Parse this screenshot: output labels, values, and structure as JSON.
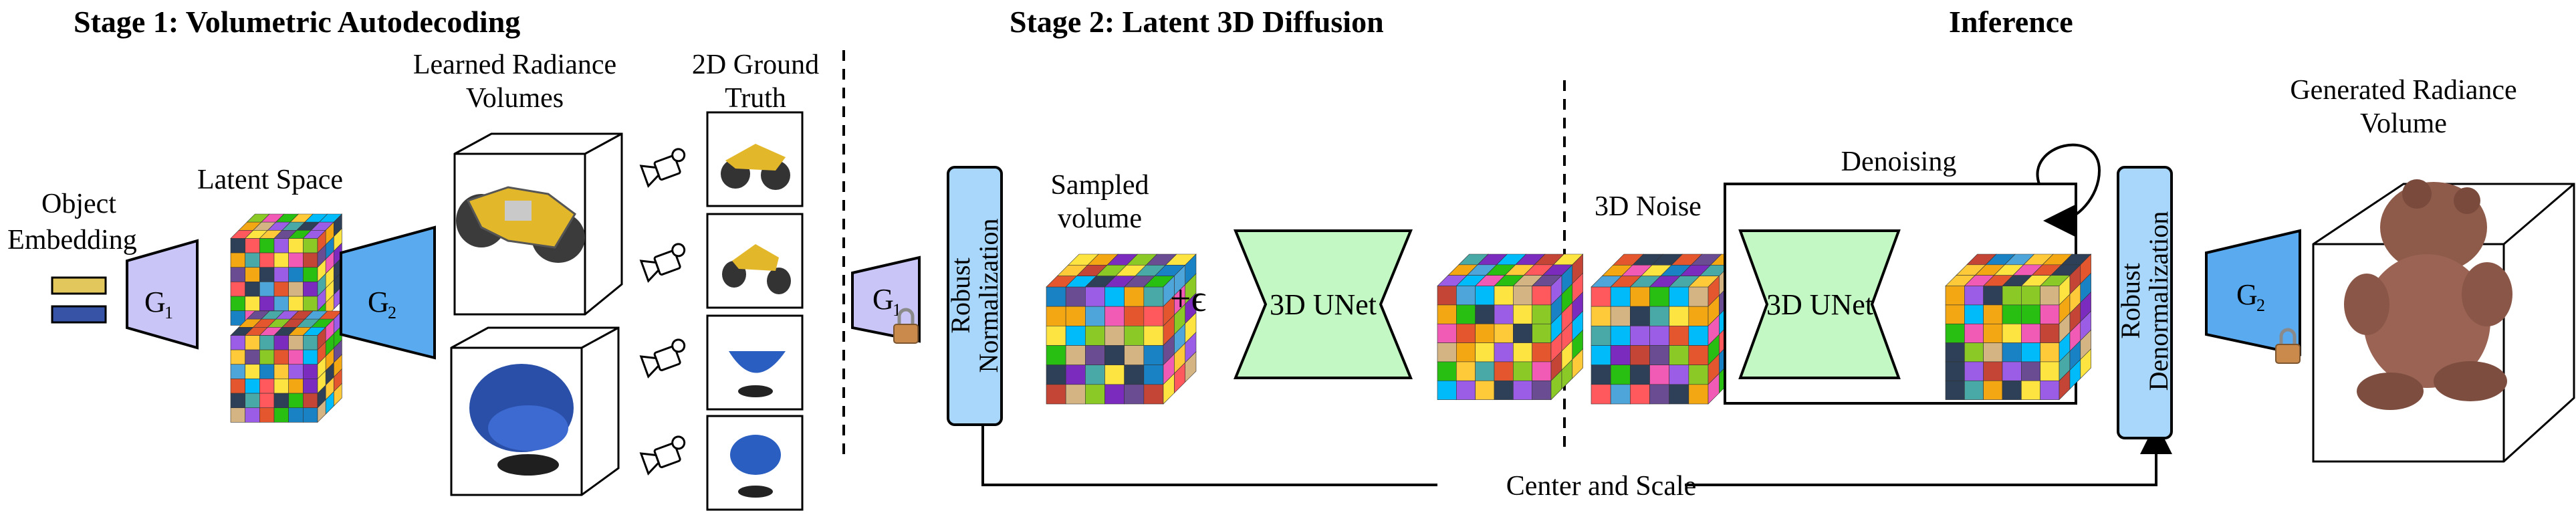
{
  "titles": {
    "stage1": "Stage 1: Volumetric Autodecoding",
    "stage2": "Stage 2: Latent 3D Diffusion",
    "inference": "Inference"
  },
  "stage1": {
    "object_embedding": [
      "Object",
      "Embedding"
    ],
    "latent_space": "Latent Space",
    "learned_radiance_volumes": [
      "Learned Radiance",
      "Volumes"
    ],
    "ground_truth": [
      "2D Ground",
      "Truth"
    ],
    "g1": "G",
    "g1_sub": "1",
    "g2": "G",
    "g2_sub": "2"
  },
  "stage2": {
    "g1": "G",
    "g1_sub": "1",
    "robust_normalization": [
      "Robust",
      "Normalization"
    ],
    "sampled_volume": [
      "Sampled",
      "volume"
    ],
    "plus_epsilon": "+ϵ",
    "unet": "3D UNet",
    "center_and_scale": "Center and Scale"
  },
  "inference": {
    "noise": "3D Noise",
    "denoising": "Denoising",
    "unet": "3D UNet",
    "robust_denormalization": [
      "Robust",
      "Denormalization"
    ],
    "g2": "G",
    "g2_sub": "2",
    "generated": [
      "Generated Radiance",
      "Volume"
    ]
  },
  "colors": {
    "g1_fill": "#c9c6f7",
    "g2_fill": "#5aaaf0",
    "norm_fill": "#a9d7fb",
    "unet_fill": "#c3f7c3",
    "embed_yellow": "#e2c85c",
    "embed_blue": "#3653a6",
    "lock": "#c98a4b"
  },
  "icons": [
    "camera-icon",
    "lock-icon",
    "loop-arrow-icon"
  ]
}
